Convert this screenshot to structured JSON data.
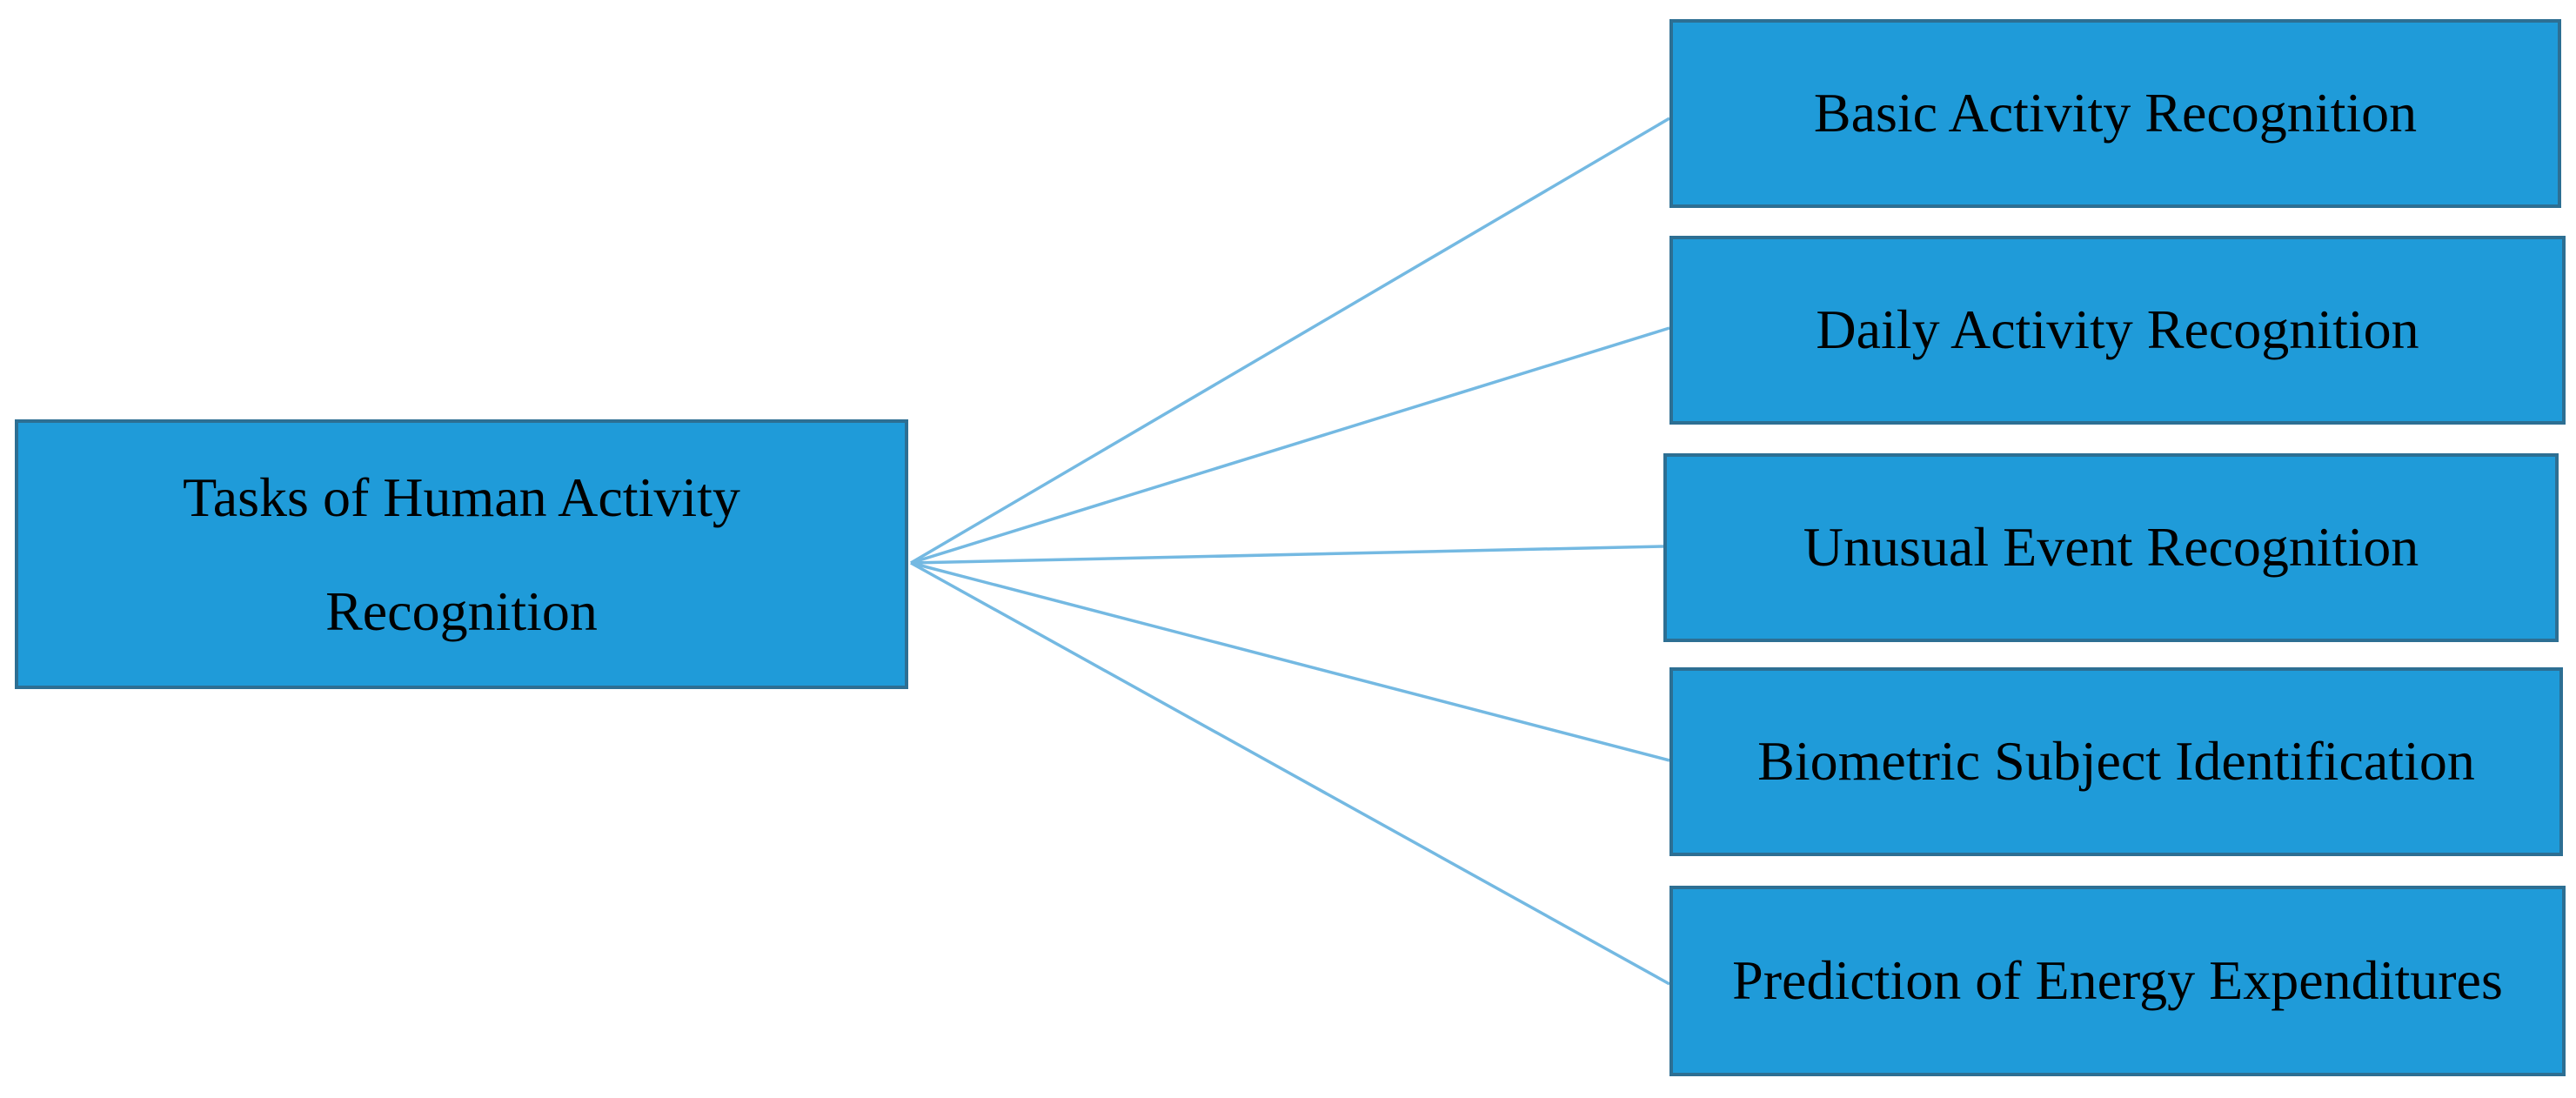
{
  "diagram": {
    "root": {
      "label_line1": "Tasks of Human Activity",
      "label_line2": "Recognition"
    },
    "tasks": [
      {
        "label": "Basic Activity Recognition"
      },
      {
        "label": "Daily Activity Recognition"
      },
      {
        "label": "Unusual Event Recognition"
      },
      {
        "label": "Biometric Subject Identification"
      },
      {
        "label": "Prediction of Energy Expenditures"
      }
    ]
  },
  "colors": {
    "box_fill": "#1f9bd9",
    "box_border": "#2d6f93",
    "connector": "#74b9e2",
    "text": "#000000",
    "background": "#ffffff"
  }
}
